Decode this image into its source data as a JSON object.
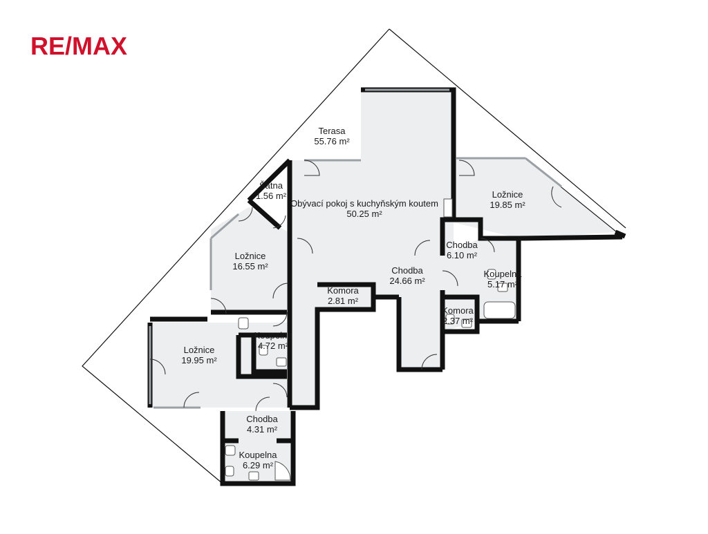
{
  "brand": {
    "logo_text": "RE/MAX",
    "logo_color": "#d0112b"
  },
  "rooms": [
    {
      "id": "terasa",
      "name": "Terasa",
      "area": "55.76 m²"
    },
    {
      "id": "satna",
      "name": "Šatna",
      "area": "1.56 m²"
    },
    {
      "id": "obyvaci",
      "name": "Obývací pokoj s kuchyňským koutem",
      "area": "50.25 m²"
    },
    {
      "id": "loznice-ne",
      "name": "Ložnice",
      "area": "19.85 m²"
    },
    {
      "id": "loznice-w",
      "name": "Ložnice",
      "area": "16.55 m²"
    },
    {
      "id": "chodba-e",
      "name": "Chodba",
      "area": "6.10 m²"
    },
    {
      "id": "chodba-c",
      "name": "Chodba",
      "area": "24.66 m²"
    },
    {
      "id": "koupelna-e",
      "name": "Koupelna",
      "area": "5.17 m²"
    },
    {
      "id": "komora-c",
      "name": "Komora",
      "area": "2.81 m²"
    },
    {
      "id": "komora-e",
      "name": "Komora",
      "area": "2.37 m²"
    },
    {
      "id": "koupelna-w",
      "name": "Koupelna",
      "area": "4.72 m²"
    },
    {
      "id": "loznice-sw",
      "name": "Ložnice",
      "area": "19.95 m²"
    },
    {
      "id": "chodba-s",
      "name": "Chodba",
      "area": "4.31 m²"
    },
    {
      "id": "koupelna-s",
      "name": "Koupelna",
      "area": "6.29 m²"
    }
  ]
}
